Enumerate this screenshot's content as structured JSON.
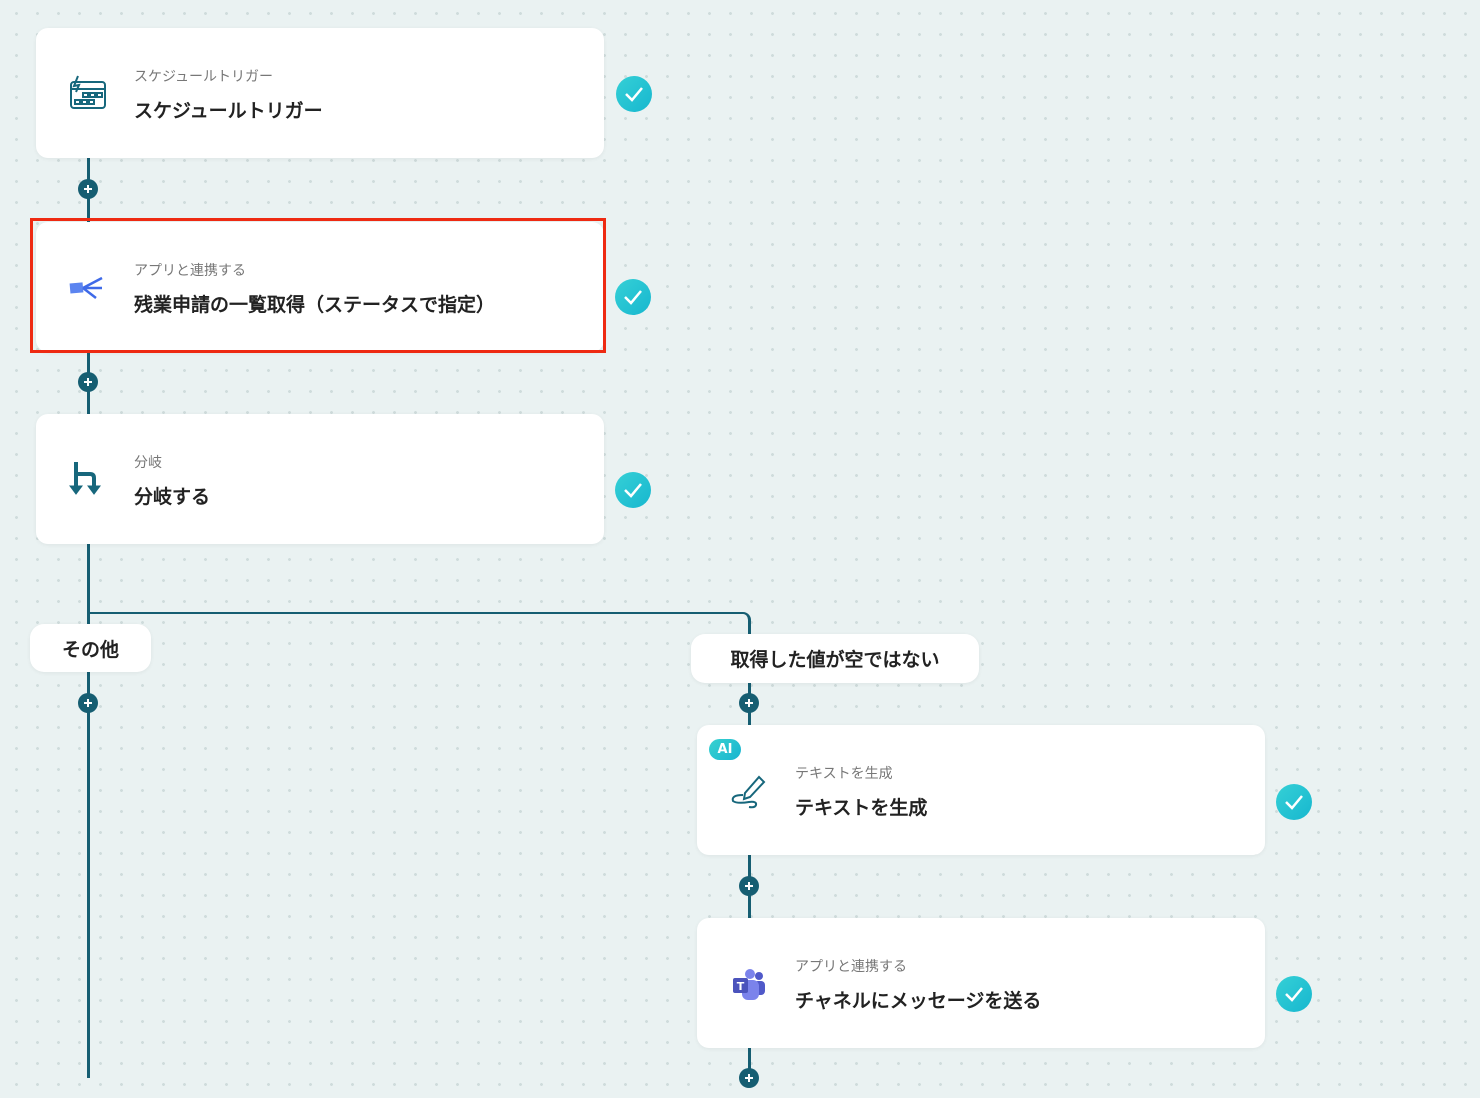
{
  "nodes": [
    {
      "sub": "スケジュールトリガー",
      "title": "スケジュールトリガー",
      "icon": "calendar-trigger-icon",
      "status": "completed"
    },
    {
      "sub": "アプリと連携する",
      "title": "残業申請の一覧取得（ステータスで指定）",
      "icon": "app-logo-icon",
      "status": "completed",
      "selected": true
    },
    {
      "sub": "分岐",
      "title": "分岐する",
      "icon": "branch-icon",
      "status": "completed"
    },
    {
      "sub": "テキストを生成",
      "title": "テキストを生成",
      "icon": "pen-icon",
      "badge": "AI",
      "status": "completed"
    },
    {
      "sub": "アプリと連携する",
      "title": "チャネルにメッセージを送る",
      "icon": "teams-icon",
      "status": "completed"
    }
  ],
  "branches": {
    "other": "その他",
    "not_empty": "取得した値が空ではない"
  },
  "colors": {
    "line": "#165e72",
    "check": "#1fc0d3",
    "selection": "#ee2a12"
  }
}
